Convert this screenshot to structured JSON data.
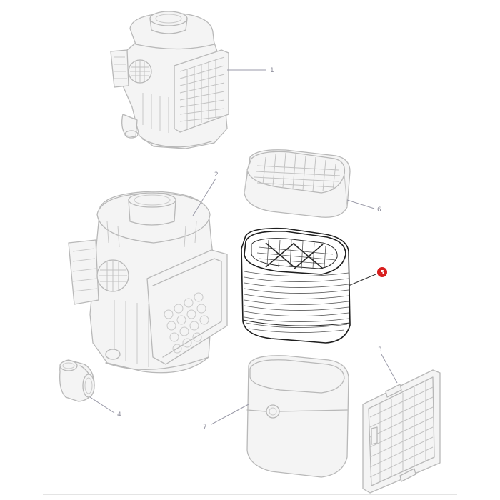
{
  "callouts": {
    "part_1": "1",
    "part_2": "2",
    "part_3": "3",
    "part_4": "4",
    "part_5": "5",
    "part_6": "6",
    "part_7": "7"
  },
  "colors": {
    "line_art": "#b8b8b8",
    "highlight_outline": "#1e1e1e",
    "selected_badge": "#d81e1e",
    "callout_text": "#8a8a98"
  },
  "selected_part": "5"
}
